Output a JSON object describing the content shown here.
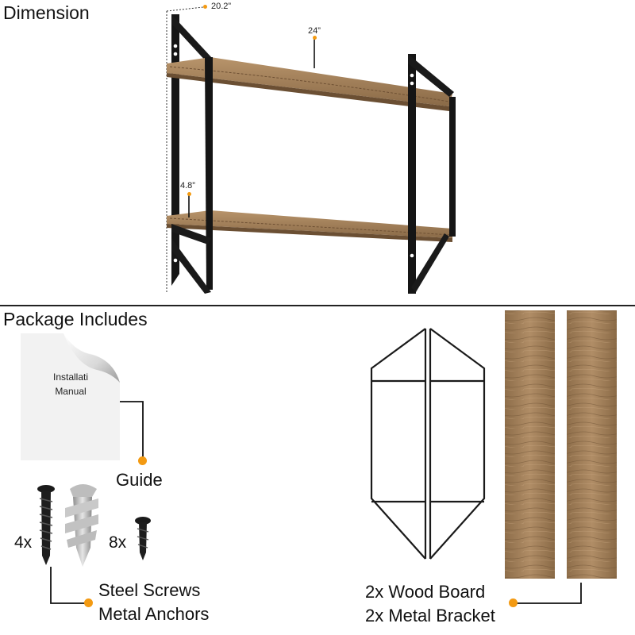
{
  "sections": {
    "dimension_title": "Dimension",
    "package_title": "Package Includes"
  },
  "dimensions": {
    "depth": "20.2”",
    "width": "24”",
    "thickness": "4.8”"
  },
  "manual": {
    "line1": "Installati",
    "line2": "Manual",
    "caption": "Guide"
  },
  "hardware": {
    "screw_count": "4x",
    "small_screw_count": "8x",
    "caption_line1": "Steel Screws",
    "caption_line2": "Metal Anchors"
  },
  "boards": {
    "caption_line1": "2x Wood Board",
    "caption_line2": "2x Metal Bracket"
  },
  "colors": {
    "accent_dot": "#f39a12",
    "wood": "#a5835d",
    "metal": "#1a1a1a"
  }
}
